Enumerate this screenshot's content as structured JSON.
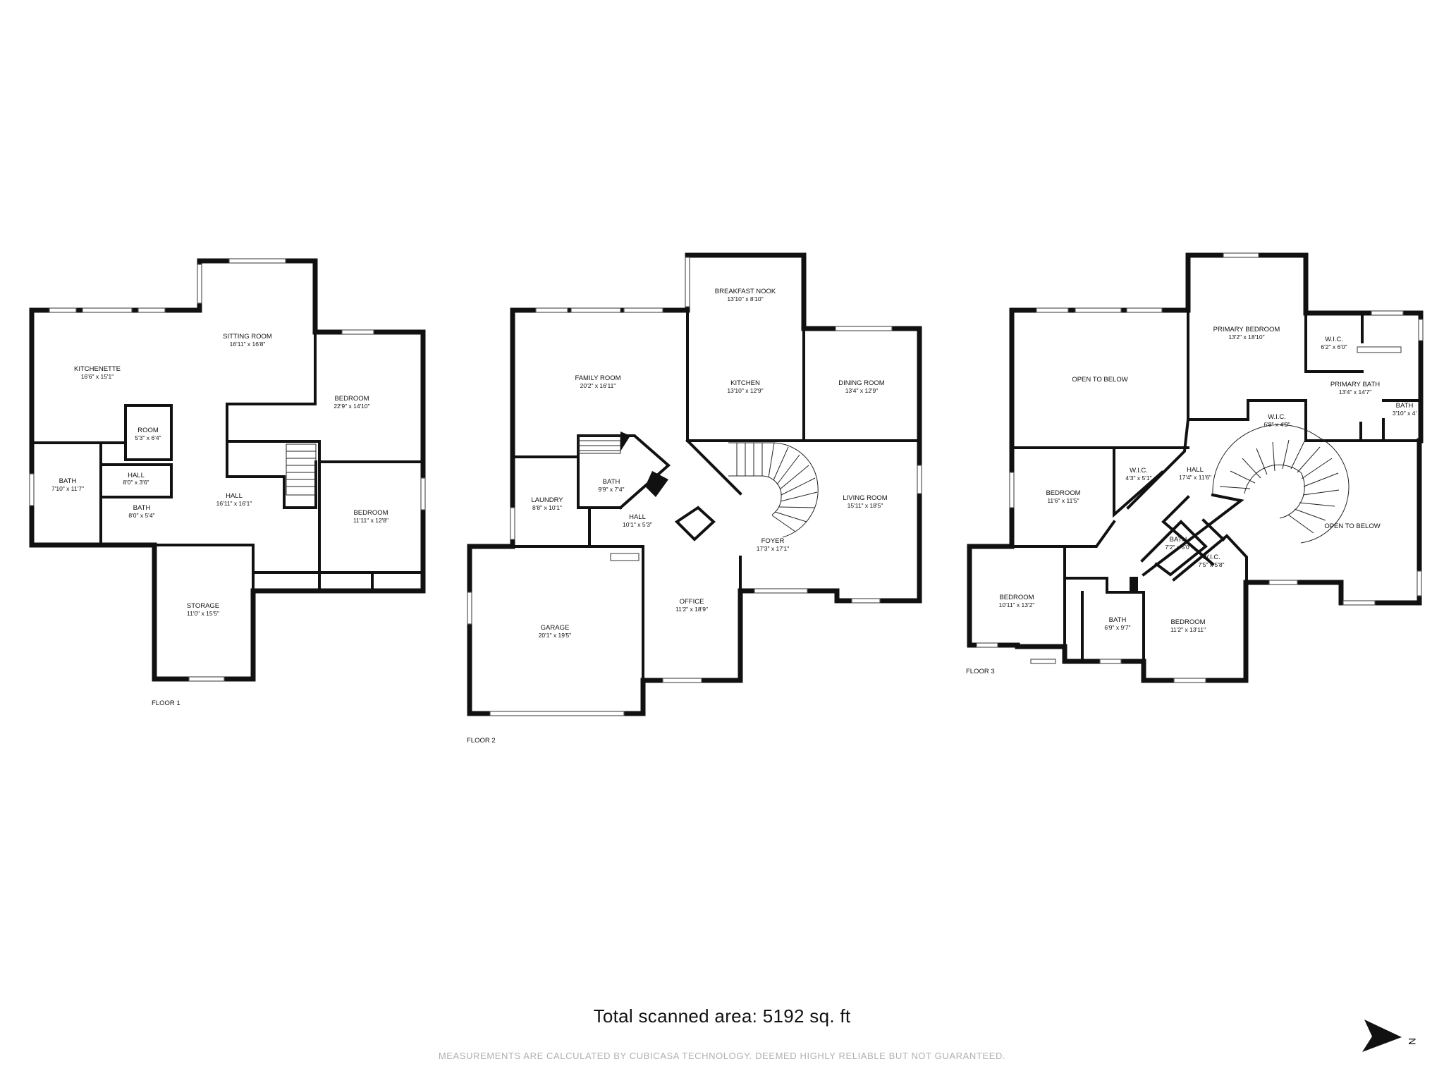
{
  "floors": [
    {
      "label": "FLOOR 1",
      "rooms": [
        {
          "name": "SITTING ROOM",
          "dims": "16'11\" x 16'8\""
        },
        {
          "name": "KITCHENETTE",
          "dims": "16'6\" x 15'1\""
        },
        {
          "name": "BEDROOM",
          "dims": "22'9\" x 14'10\""
        },
        {
          "name": "ROOM",
          "dims": "5'3\" x 6'4\""
        },
        {
          "name": "BATH",
          "dims": "7'10\" x 11'7\""
        },
        {
          "name": "HALL",
          "dims": "8'0\" x 3'6\""
        },
        {
          "name": "BATH",
          "dims": "8'0\" x 5'4\""
        },
        {
          "name": "HALL",
          "dims": "16'11\" x 16'1\""
        },
        {
          "name": "BEDROOM",
          "dims": "11'11\" x 12'8\""
        },
        {
          "name": "STORAGE",
          "dims": "11'0\" x 15'5\""
        }
      ]
    },
    {
      "label": "FLOOR 2",
      "rooms": [
        {
          "name": "BREAKFAST NOOK",
          "dims": "13'10\" x 8'10\""
        },
        {
          "name": "FAMILY ROOM",
          "dims": "20'2\" x 16'11\""
        },
        {
          "name": "KITCHEN",
          "dims": "13'10\" x 12'9\""
        },
        {
          "name": "DINING ROOM",
          "dims": "13'4\" x 12'9\""
        },
        {
          "name": "LAUNDRY",
          "dims": "8'8\" x 10'1\""
        },
        {
          "name": "BATH",
          "dims": "9'9\" x 7'4\""
        },
        {
          "name": "HALL",
          "dims": "10'1\" x 5'3\""
        },
        {
          "name": "LIVING ROOM",
          "dims": "15'11\" x 18'5\""
        },
        {
          "name": "FOYER",
          "dims": "17'3\" x 17'1\""
        },
        {
          "name": "GARAGE",
          "dims": "20'1\" x 19'5\""
        },
        {
          "name": "OFFICE",
          "dims": "11'2\" x 18'9\""
        }
      ]
    },
    {
      "label": "FLOOR 3",
      "rooms": [
        {
          "name": "PRIMARY BEDROOM",
          "dims": "13'2\" x 18'10\""
        },
        {
          "name": "W.I.C.",
          "dims": "6'2\" x 6'0\""
        },
        {
          "name": "OPEN TO BELOW",
          "dims": ""
        },
        {
          "name": "PRIMARY BATH",
          "dims": "13'4\" x 14'7\""
        },
        {
          "name": "BATH",
          "dims": "3'10\" x 4'"
        },
        {
          "name": "W.I.C.",
          "dims": "6'8\" x 4'9\""
        },
        {
          "name": "BEDROOM",
          "dims": "11'6\" x 11'5\""
        },
        {
          "name": "W.I.C.",
          "dims": "4'3\" x 5'1\""
        },
        {
          "name": "HALL",
          "dims": "17'4\" x 11'6\""
        },
        {
          "name": "OPEN TO BELOW",
          "dims": ""
        },
        {
          "name": "BATH",
          "dims": "7'2\" x 5'0\""
        },
        {
          "name": "W.I.C.",
          "dims": "7'5\" x 5'8\""
        },
        {
          "name": "BEDROOM",
          "dims": "10'11\" x 13'2\""
        },
        {
          "name": "BATH",
          "dims": "6'9\" x 9'7\""
        },
        {
          "name": "BEDROOM",
          "dims": "11'2\" x 13'11\""
        }
      ]
    }
  ],
  "total_area": "Total scanned area: 5192 sq. ft",
  "disclaimer": "MEASUREMENTS ARE CALCULATED BY CUBICASA TECHNOLOGY. DEEMED HIGHLY RELIABLE BUT NOT GUARANTEED.",
  "compass": {
    "icon": "north-arrow-icon",
    "letter": "N"
  }
}
